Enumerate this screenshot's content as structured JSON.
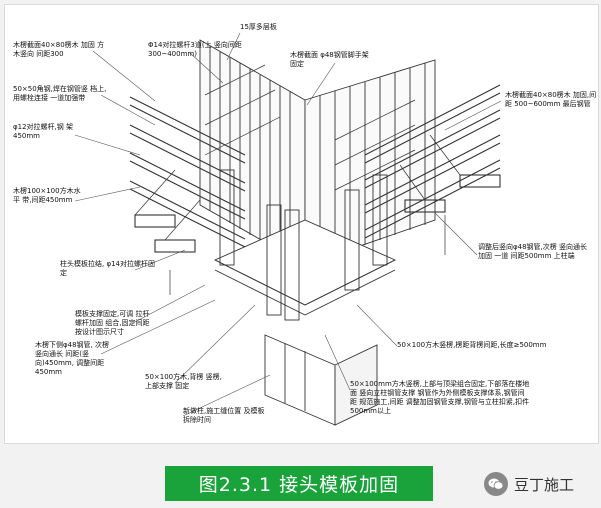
{
  "caption": "图2.3.1  接头模板加固",
  "brand": {
    "name": "豆丁施工",
    "icon": "wechat-icon"
  },
  "annotations": [
    "15厚多层板",
    "木楞截面40×80楞木 加固 方木竖向 间距300",
    "Φ14对拉螺杆3道(上 竖向间距300~400mm)",
    "木楞截面 φ48钢管脚手架固定",
    "50×50角钢,焊在钢管竖 档上,用螺栓连接 一道加强带",
    "φ12对拉螺杆,钢 架450mm",
    "木楞截面40×80楞木 加固,间距 500~600mm 最后钢管",
    "木楞100×100方木水平 带,间距450mm",
    "调整后竖向φ48钢管,次楞 竖向通长加固 一道 间距500mm 上柱端",
    "柱头模板拉结, φ14对拉螺杆固定",
    "模板支撑固定,可调 拉杆螺杆加固 组合,固定间距 按设计图示尺寸",
    "木楞下侧φ48钢管, 次楞竖向通长 间距(竖向)450mm, 调整间距450mm",
    "50×100方木竖楞,楞距背楞间距,长度≥500mm",
    "50×100mm方木竖楞,上部与顶梁组合固定,下部落在楼地面 竖向立柱钢管支撑  钢管作为外侧模板支撑体系,钢管间距 规范施工,间距 调整加固钢管支撑,钢管与立柱扣紧,扣件500mm以上",
    "50×100方木,背楞 竖楞,上部支撑  固定",
    "新做柱,施工缝位置 及模板拆除时间"
  ]
}
